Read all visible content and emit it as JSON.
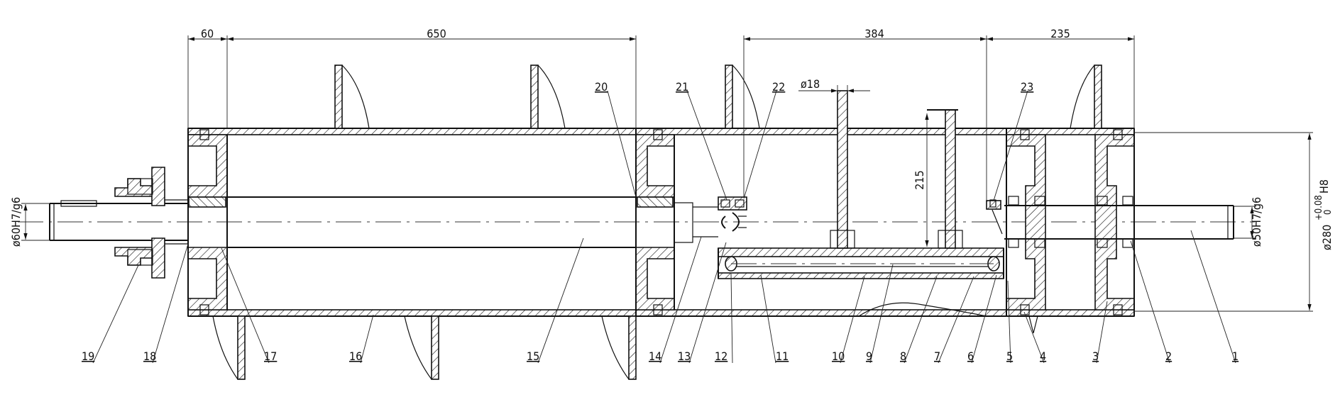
{
  "dimensions": {
    "d60": "60",
    "d650": "650",
    "d384": "384",
    "d235": "235",
    "d215": "215",
    "phi18": "ø18",
    "fit_left": "ø60H7/g6",
    "fit_right": "ø50H7/g6",
    "dia_main": "ø280",
    "tol_upper": "+0.08",
    "tol_lower": "0",
    "tol_class": "H8"
  },
  "part_numbers": [
    "1",
    "2",
    "3",
    "4",
    "5",
    "6",
    "7",
    "8",
    "9",
    "10",
    "11",
    "12",
    "13",
    "14",
    "15",
    "16",
    "17",
    "18",
    "19",
    "20",
    "21",
    "22",
    "23"
  ]
}
